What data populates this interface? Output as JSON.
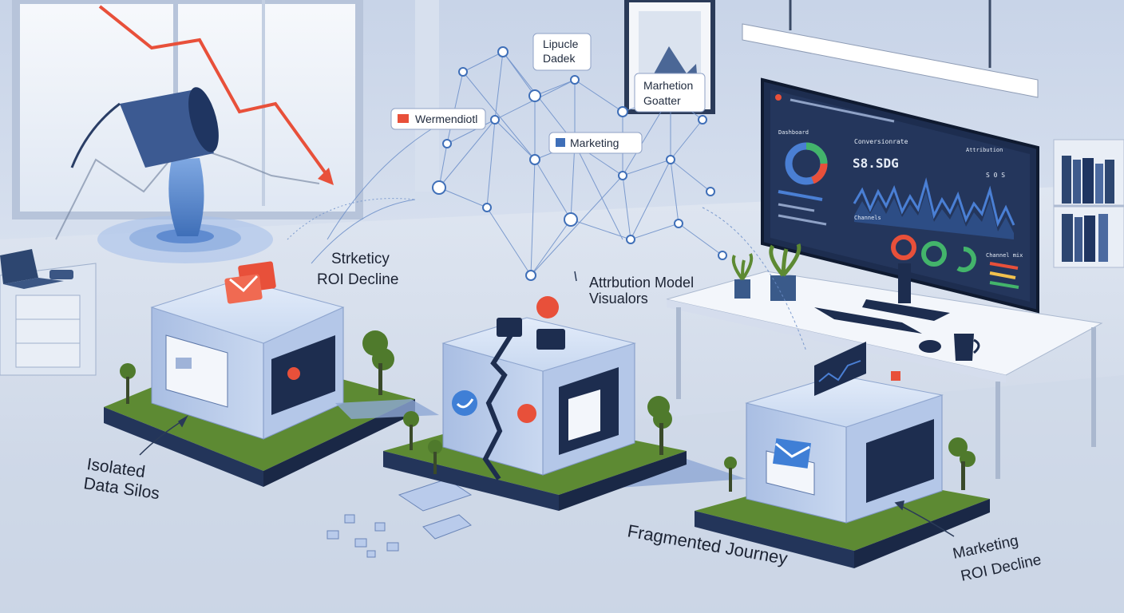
{
  "labels": {
    "isolated_line1": "Isolated",
    "isolated_line2": "Data Silos",
    "strategy_line1": "Strketicy",
    "strategy_line2": "ROI Decline",
    "attribution_line1": "Attrbution Model",
    "attribution_line2": "Visualors",
    "fragmented": "Fragmented Journey",
    "marketing_line1": "Marketing",
    "marketing_line2": "ROI Decline"
  },
  "network_tags": {
    "lipucle_line1": "Lipucle",
    "lipucle_line2": "Dadek",
    "marhetion_line1": "Marhetion",
    "marhetion_line2": "Goatter",
    "wermendiotl": "Wermendiotl",
    "marketing": "Marketing"
  },
  "monitor": {
    "header_left": "Dashboard",
    "header_mid": "Conversionrate",
    "header_right": "Attribution",
    "big_value": "S8.SDG",
    "small_value": "S 0 S",
    "sub_header": "Channels",
    "right_panel_header": "Channel mix"
  },
  "colors": {
    "accent_red": "#e8503a",
    "silo_blue": "#b9ccec",
    "grass": "#5d8a33",
    "navy": "#1d2d4f",
    "chart_blue": "#4a7fd4",
    "donut_green": "#43b46b"
  },
  "icons": {
    "email": "email-icon",
    "twitter": "twitter-icon",
    "water_bucket": "bucket-icon",
    "trend_down": "trend-down-arrow"
  }
}
